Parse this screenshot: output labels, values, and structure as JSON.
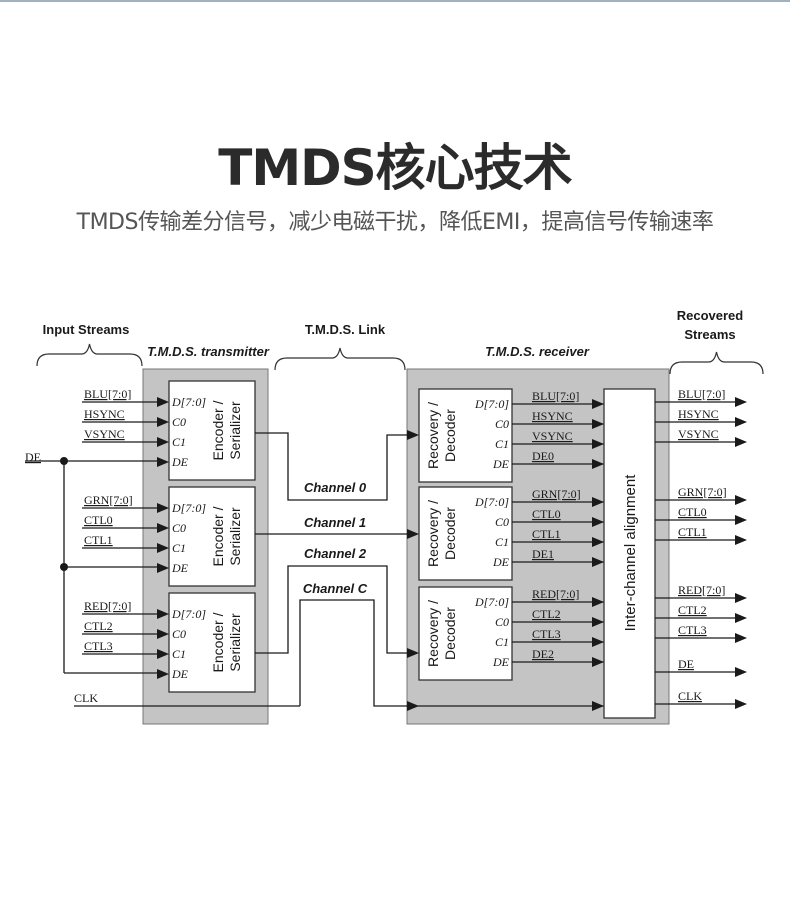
{
  "header": {
    "title": "TMDS核心技术",
    "subtitle": "TMDS传输差分信号，减少电磁干扰，降低EMI，提高信号传输速率"
  },
  "diagram": {
    "section_labels": {
      "input_streams": "Input Streams",
      "transmitter": "T.M.D.S. transmitter",
      "link": "T.M.D.S. Link",
      "receiver": "T.M.D.S. receiver",
      "recovered_streams_line1": "Recovered",
      "recovered_streams_line2": "Streams"
    },
    "encoder_blocks": [
      {
        "label_line1": "Encoder /",
        "label_line2": "Serializer",
        "ports": [
          "D[7:0]",
          "C0",
          "C1",
          "DE"
        ],
        "inputs": [
          "BLU[7:0]",
          "HSYNC",
          "VSYNC",
          "DE"
        ]
      },
      {
        "label_line1": "Encoder /",
        "label_line2": "Serializer",
        "ports": [
          "D[7:0]",
          "C0",
          "C1",
          "DE"
        ],
        "inputs": [
          "GRN[7:0]",
          "CTL0",
          "CTL1",
          ""
        ]
      },
      {
        "label_line1": "Encoder /",
        "label_line2": "Serializer",
        "ports": [
          "D[7:0]",
          "C0",
          "C1",
          "DE"
        ],
        "inputs": [
          "RED[7:0]",
          "CTL2",
          "CTL3",
          ""
        ]
      }
    ],
    "decoder_blocks": [
      {
        "label_line1": "Recovery /",
        "label_line2": "Decoder",
        "ports": [
          "D[7:0]",
          "C0",
          "C1",
          "DE"
        ],
        "outputs": [
          "BLU[7:0]",
          "HSYNC",
          "VSYNC",
          "DE0"
        ]
      },
      {
        "label_line1": "Recovery /",
        "label_line2": "Decoder",
        "ports": [
          "D[7:0]",
          "C0",
          "C1",
          "DE"
        ],
        "outputs": [
          "GRN[7:0]",
          "CTL0",
          "CTL1",
          "DE1"
        ]
      },
      {
        "label_line1": "Recovery /",
        "label_line2": "Decoder",
        "ports": [
          "D[7:0]",
          "C0",
          "C1",
          "DE"
        ],
        "outputs": [
          "RED[7:0]",
          "CTL2",
          "CTL3",
          "DE2"
        ]
      }
    ],
    "channels": [
      "Channel 0",
      "Channel 1",
      "Channel 2",
      "Channel C"
    ],
    "clk_label": "CLK",
    "alignment_label": "Inter-channel alignment",
    "recovered_outputs": [
      "BLU[7:0]",
      "HSYNC",
      "VSYNC",
      "GRN[7:0]",
      "CTL0",
      "CTL1",
      "RED[7:0]",
      "CTL2",
      "CTL3",
      "DE",
      "CLK"
    ],
    "colors": {
      "panel_gray": "#c4c4c4",
      "line": "#1a1a1a",
      "block_fill": "#ffffff",
      "title_text": "#2b2b2b",
      "subtitle_text": "#555555"
    }
  }
}
